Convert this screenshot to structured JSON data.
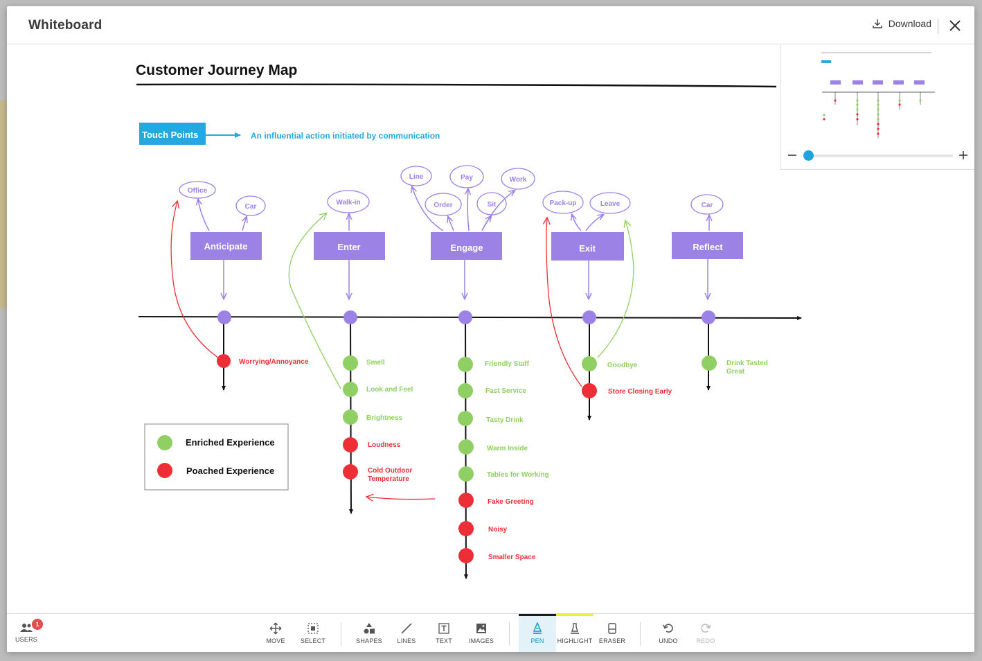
{
  "header": {
    "title": "Whiteboard",
    "download_label": "Download"
  },
  "board": {
    "title": "Customer Journey Map",
    "touch_points": {
      "label": "Touch Points",
      "description": "An influential action initiated by communication"
    },
    "stages": [
      {
        "label": "Anticipate",
        "touch_points": [
          "Office",
          "Car"
        ]
      },
      {
        "label": "Enter",
        "touch_points": [
          "Walk-in"
        ]
      },
      {
        "label": "Engage",
        "touch_points": [
          "Line",
          "Pay",
          "Work",
          "Order",
          "Sit"
        ]
      },
      {
        "label": "Exit",
        "touch_points": [
          "Pack-up",
          "Leave"
        ]
      },
      {
        "label": "Reflect",
        "touch_points": [
          "Car"
        ]
      }
    ],
    "experiences": {
      "anticipate": [
        {
          "label": "Worrying/Annoyance",
          "type": "poached"
        }
      ],
      "enter": [
        {
          "label": "Smell",
          "type": "enriched"
        },
        {
          "label": "Look and Feel",
          "type": "enriched"
        },
        {
          "label": "Brightness",
          "type": "enriched"
        },
        {
          "label": "Loudness",
          "type": "poached"
        },
        {
          "label_line1": "Cold Outdoor",
          "label_line2": "Temperature",
          "type": "poached"
        }
      ],
      "engage": [
        {
          "label": "Friendly Staff",
          "type": "enriched"
        },
        {
          "label": "Fast Service",
          "type": "enriched"
        },
        {
          "label": "Tasty Drink",
          "type": "enriched"
        },
        {
          "label": "Warm Inside",
          "type": "enriched"
        },
        {
          "label": "Tables for Working",
          "type": "enriched"
        },
        {
          "label": "Fake Greeting",
          "type": "poached"
        },
        {
          "label": "Noisy",
          "type": "poached"
        },
        {
          "label": "Smaller Space",
          "type": "poached"
        }
      ],
      "exit": [
        {
          "label": "Goodbye",
          "type": "enriched"
        },
        {
          "label": "Store Closing Early",
          "type": "poached"
        }
      ],
      "reflect": [
        {
          "label_line1": "Drink Tasted",
          "label_line2": "Great",
          "type": "enriched"
        }
      ]
    },
    "legend": {
      "enriched": "Enriched Experience",
      "poached": "Poached Experience"
    },
    "colors": {
      "stage": "#9d82e6",
      "stage_text": "#ffffff",
      "touch": "#9d82e6",
      "enriched": "#90cf63",
      "poached": "#ee2e36",
      "accent_blue": "#25a8e0"
    }
  },
  "toolbar": {
    "users_label": "USERS",
    "users_count": "1",
    "tools": {
      "move": "MOVE",
      "select": "SELECT",
      "shapes": "SHAPES",
      "lines": "LINES",
      "text": "TEXT",
      "images": "IMAGES",
      "pen": "PEN",
      "highlight": "HIGHLIGHT",
      "eraser": "ERASER",
      "undo": "UNDO",
      "redo": "REDO"
    }
  }
}
